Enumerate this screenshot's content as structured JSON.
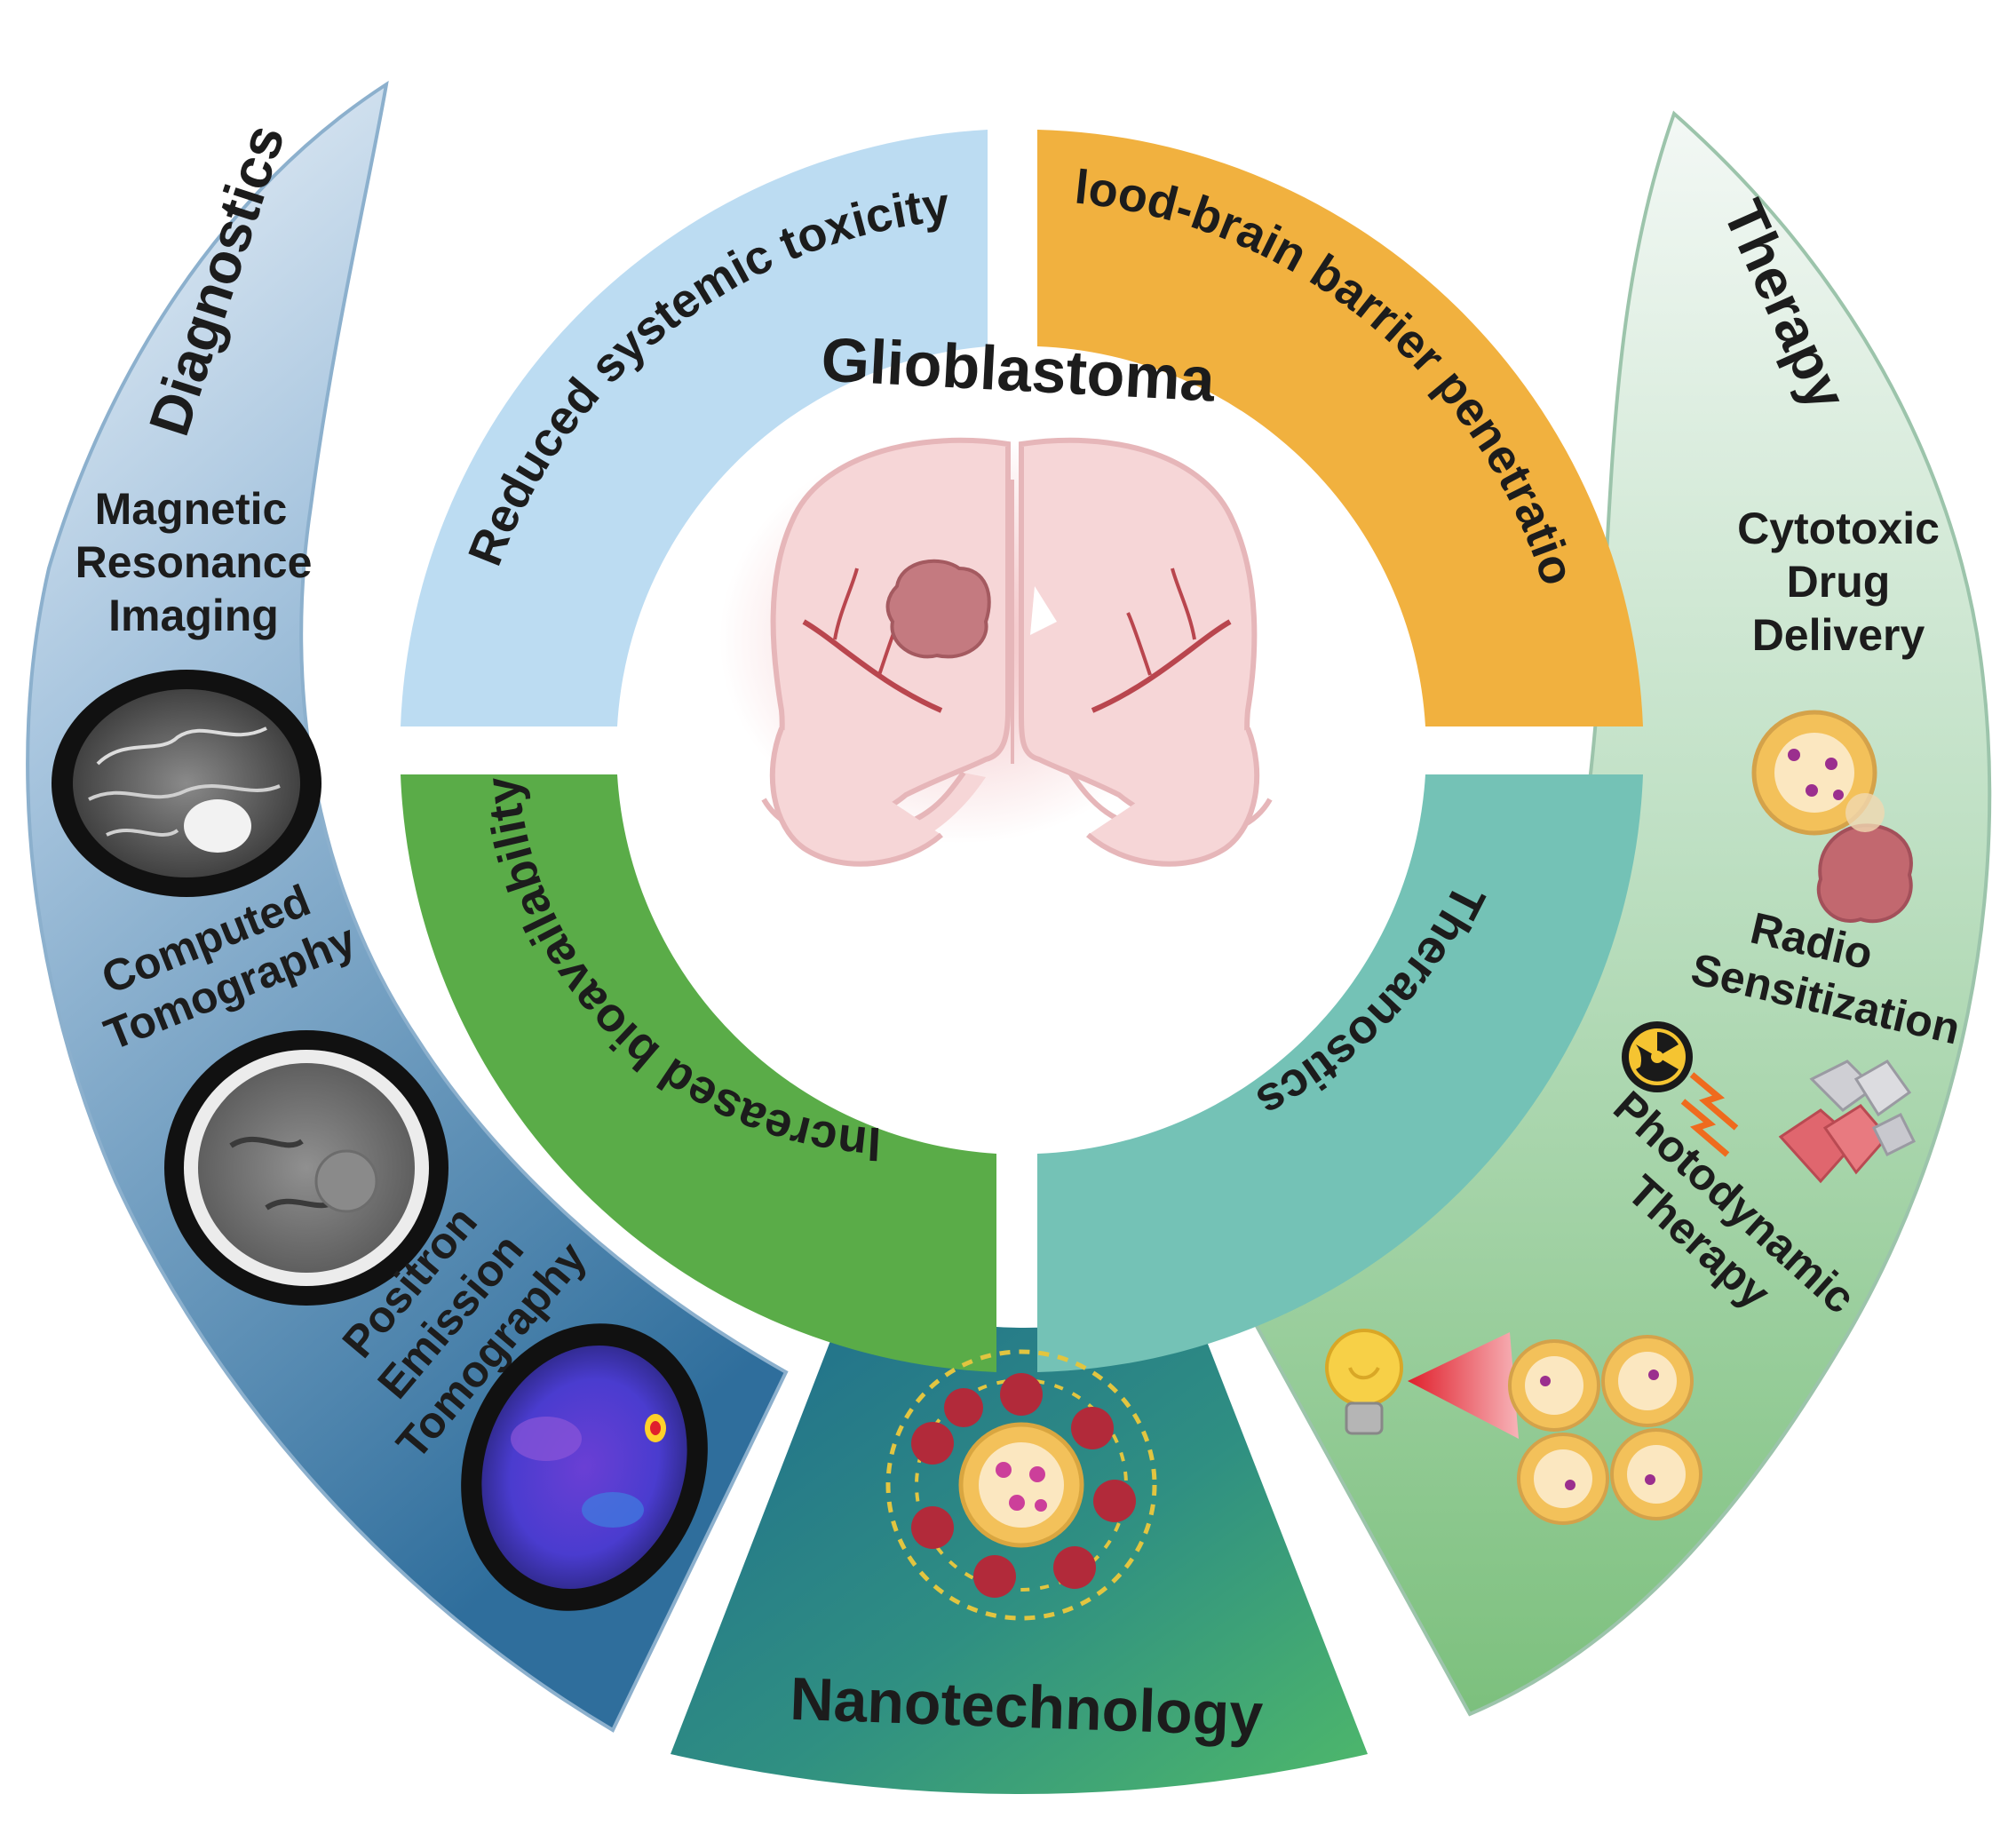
{
  "center": {
    "title": "Glioblastoma"
  },
  "quadrants": {
    "toxicity": {
      "label": "Reduced systemic toxicity",
      "color": "#bcdcf2"
    },
    "bbb": {
      "label": "Blood-brain barrier penetration",
      "color": "#f1b13f"
    },
    "bioavailability": {
      "label": "Increased bioavailability",
      "color": "#5aac48"
    },
    "theranostics": {
      "label": "Theranostics",
      "color": "#74c2b6"
    }
  },
  "diagnostics": {
    "title": "Diagnostics",
    "mri": {
      "lines": [
        "Magnetic",
        "Resonance",
        "Imaging"
      ]
    },
    "ct": {
      "lines": [
        "Computed",
        "Tomography"
      ]
    },
    "pet": {
      "lines": [
        "Positron",
        "Emission",
        "Tomography"
      ]
    }
  },
  "therapy": {
    "title": "Therapy",
    "drug": {
      "lines": [
        "Cytotoxic",
        "Drug",
        "Delivery"
      ]
    },
    "radio": {
      "lines": [
        "Radio",
        "Sensitization"
      ]
    },
    "pdt": {
      "lines": [
        "Photodynamic",
        "Therapy"
      ]
    }
  },
  "bottom": {
    "title": "Nanotechnology"
  },
  "icons": [
    "brain-icon",
    "tumor-icon",
    "mri-scan-icon",
    "ct-scan-icon",
    "pet-scan-icon",
    "nanoparticle-icon",
    "radiation-icon",
    "lightbulb-icon",
    "crystal-icon"
  ]
}
